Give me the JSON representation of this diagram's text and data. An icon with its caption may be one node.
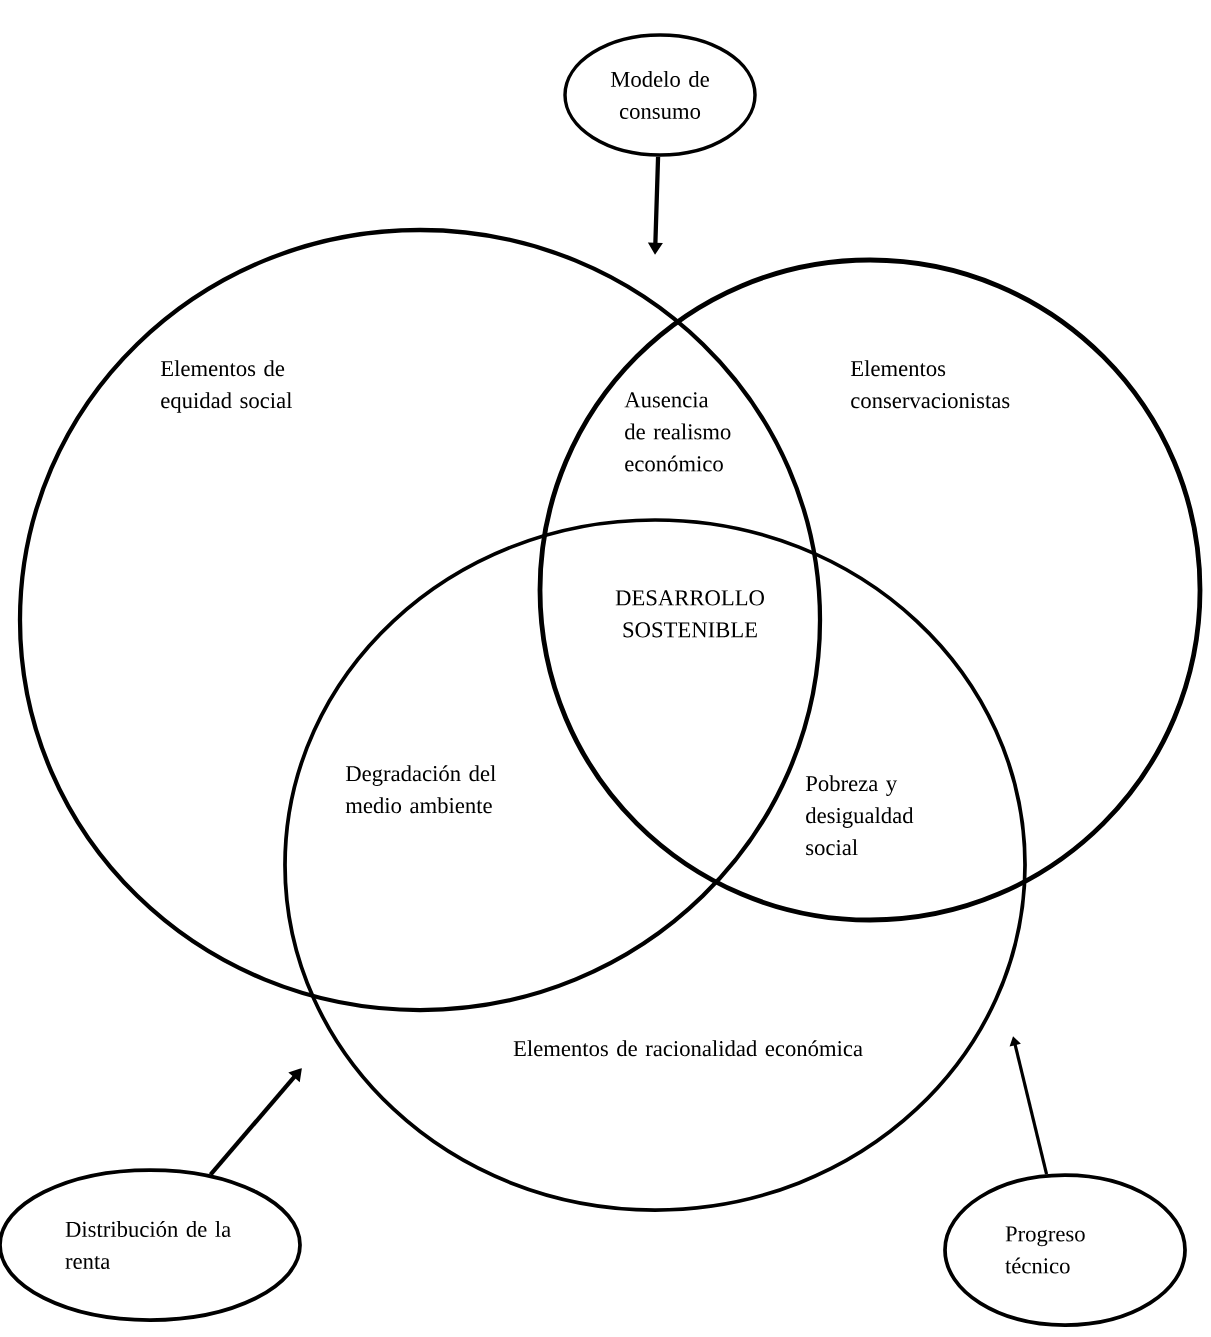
{
  "diagram": {
    "nodes": [
      {
        "text": [
          "Modelo de consumo"
        ]
      },
      {
        "text": [
          "Elementos de equidad social"
        ]
      },
      {
        "text": [
          "Elementos conservacionistas"
        ]
      },
      {
        "text": [
          "Elementos de racionalidad económica"
        ]
      },
      {
        "text": [
          "Distribución de la renta"
        ]
      },
      {
        "text": [
          "Progreso técnico"
        ]
      }
    ],
    "edges": [
      {
        "from": 0,
        "to": null,
        "arrow": "to"
      },
      {
        "from": 4,
        "to": null,
        "arrow": "to"
      },
      {
        "from": 5,
        "to": null,
        "arrow": "to"
      }
    ],
    "labels": [
      "Ausencia de realismo económico",
      "DESARROLLO SOSTENIBLE",
      "Degradación del medio ambiente",
      "Pobreza y desigualdad social"
    ]
  }
}
